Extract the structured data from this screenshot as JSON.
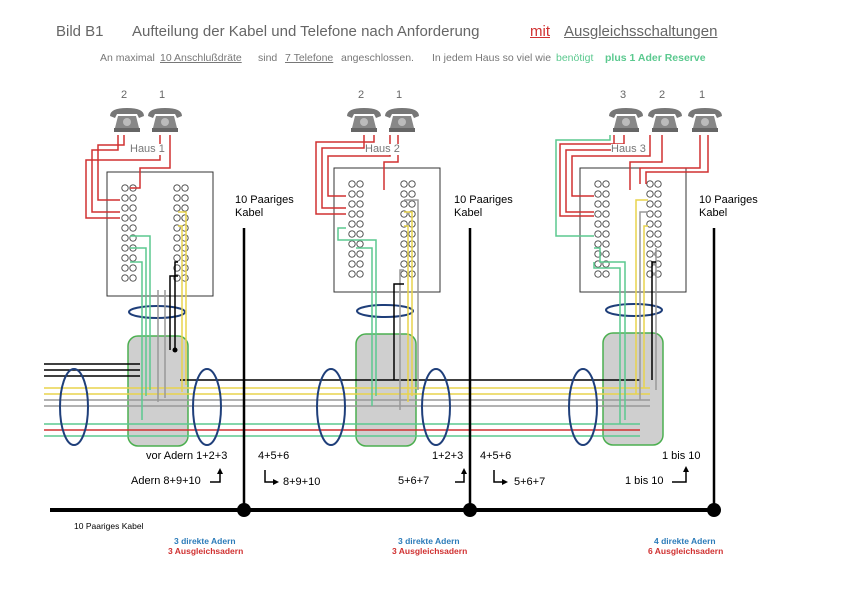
{
  "title": {
    "bild": "Bild B1",
    "main": "Aufteilung der Kabel und Telefone nach Anforderung",
    "mit": "mit",
    "ausgleich": "Ausgleichsschaltungen"
  },
  "subtitle": {
    "part1": "An maximal",
    "anschluss": "10 Anschlußdräte",
    "sind": "sind",
    "telefone": "7 Telefone",
    "angeschlossen": "angeschlossen.",
    "haus_text": "In jedem Haus so viel wie",
    "benoetigt": "benötigt",
    "plus": "plus 1 Ader Reserve"
  },
  "houses": [
    {
      "name": "Haus 1",
      "phones": [
        "2",
        "1"
      ]
    },
    {
      "name": "Haus 2",
      "phones": [
        "2",
        "1"
      ]
    },
    {
      "name": "Haus 3",
      "phones": [
        "3",
        "2",
        "1"
      ]
    }
  ],
  "cable_label": {
    "line1": "10 Paariges",
    "line2": "Kabel"
  },
  "labels": {
    "vor_adern": "vor  Adern  1+2+3",
    "adern_8910": "Adern  8+9+10",
    "r456_a": "4+5+6",
    "r8910": "8+9+10",
    "a123_b": "1+2+3",
    "a567": "5+6+7",
    "r456_b": "4+5+6",
    "r567": "5+6+7",
    "bis10_a": "1 bis 10",
    "bis10_b": "1 bis 10"
  },
  "bottom": {
    "cable": "10 Paariges Kabel",
    "s1_blue": "3 direkte Adern",
    "s1_red": "3 Ausgleichsadern",
    "s2_blue": "3 direkte Adern",
    "s2_red": "3 Ausgleichsadern",
    "s3_blue": "4 direkte Adern",
    "s3_red": "6 Ausgleichsadern"
  },
  "colors": {
    "red": "#d03030",
    "green": "#5bc98f",
    "blue": "#2b7bb9",
    "navy": "#1f3f7a",
    "splice_fill": "#cfcfcf",
    "splice_border": "#4caf50"
  }
}
